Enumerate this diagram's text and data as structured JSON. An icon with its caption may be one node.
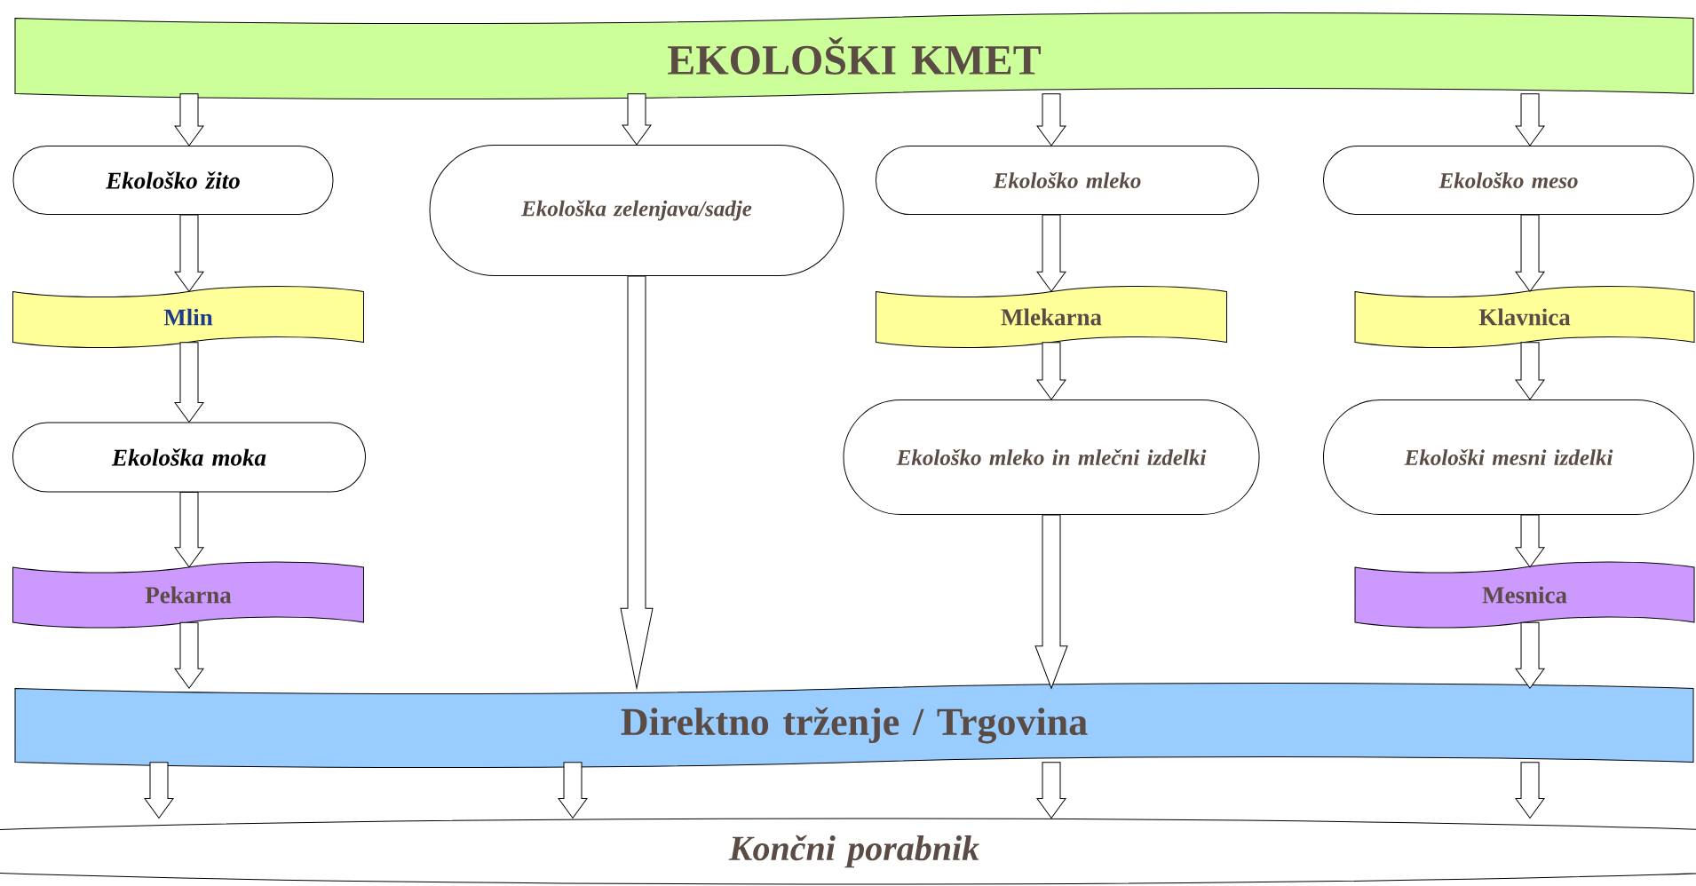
{
  "diagram": {
    "nodes": [
      {
        "text": [
          "EKOLOŠKI KMET"
        ]
      },
      {
        "text": [
          "Ekološko žito"
        ]
      },
      {
        "text": [
          "Ekološka zelenjava/sadje"
        ]
      },
      {
        "text": [
          "Ekološko mleko"
        ]
      },
      {
        "text": [
          "Ekološko meso"
        ]
      },
      {
        "text": [
          "Mlin"
        ]
      },
      {
        "text": [
          "Mlekarna"
        ]
      },
      {
        "text": [
          "Klavnica"
        ]
      },
      {
        "text": [
          "Ekološka moka"
        ]
      },
      {
        "text": [
          "Ekološko mleko in mlečni izdelki"
        ]
      },
      {
        "text": [
          "Ekološki mesni izdelki"
        ]
      },
      {
        "text": [
          "Pekarna"
        ]
      },
      {
        "text": [
          "Mesnica"
        ]
      },
      {
        "text": [
          "Direktno trženje / Trgovina"
        ]
      },
      {
        "text": [
          "Končni porabnik"
        ]
      }
    ],
    "edges": [
      {
        "from": 0,
        "to": 1,
        "arrow": "to"
      },
      {
        "from": 0,
        "to": 2,
        "arrow": "to"
      },
      {
        "from": 0,
        "to": 3,
        "arrow": "to"
      },
      {
        "from": 0,
        "to": 4,
        "arrow": "to"
      },
      {
        "from": 1,
        "to": 5,
        "arrow": "to"
      },
      {
        "from": 5,
        "to": 8,
        "arrow": "to"
      },
      {
        "from": 8,
        "to": 11,
        "arrow": "to"
      },
      {
        "from": 11,
        "to": 13,
        "arrow": "to"
      },
      {
        "from": 2,
        "to": 13,
        "arrow": "to"
      },
      {
        "from": 3,
        "to": 6,
        "arrow": "to"
      },
      {
        "from": 6,
        "to": 9,
        "arrow": "to"
      },
      {
        "from": 9,
        "to": 13,
        "arrow": "to"
      },
      {
        "from": 4,
        "to": 7,
        "arrow": "to"
      },
      {
        "from": 7,
        "to": 10,
        "arrow": "to"
      },
      {
        "from": 10,
        "to": 12,
        "arrow": "to"
      },
      {
        "from": 12,
        "to": 13,
        "arrow": "to"
      },
      {
        "from": 13,
        "to": 14,
        "arrow": "to"
      },
      {
        "from": 13,
        "to": 14,
        "arrow": "to"
      },
      {
        "from": 13,
        "to": 14,
        "arrow": "to"
      },
      {
        "from": 13,
        "to": 14,
        "arrow": "to"
      }
    ]
  }
}
